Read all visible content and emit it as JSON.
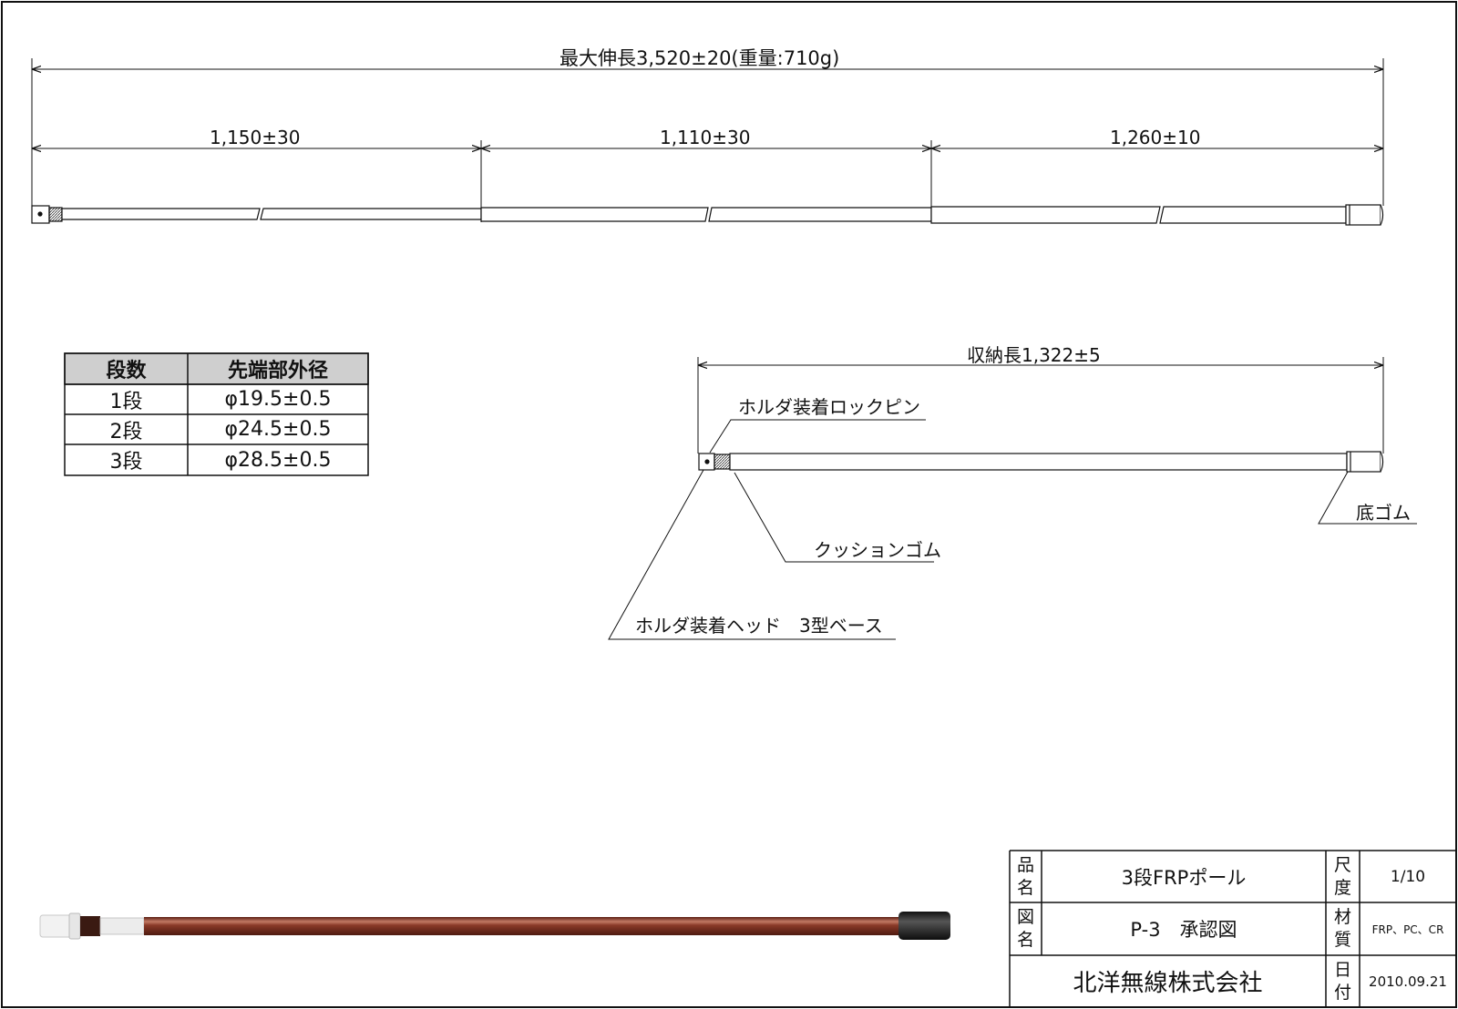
{
  "dimensions": {
    "total": "最大伸長3,520±20(重量:710g)",
    "seg1": "1,150±30",
    "seg2": "1,110±30",
    "seg3": "1,260±10",
    "stowed": "収納長1,322±5"
  },
  "labels": {
    "lock_pin": "ホルダ装着ロックピン",
    "cushion": "クッションゴム",
    "head": "ホルダ装着ヘッド　3型ベース",
    "bottom_rubber": "底ゴム"
  },
  "spec_table": {
    "headers": [
      "段数",
      "先端部外径"
    ],
    "rows": [
      [
        "1段",
        "φ19.5±0.5"
      ],
      [
        "2段",
        "φ24.5±0.5"
      ],
      [
        "3段",
        "φ28.5±0.5"
      ]
    ]
  },
  "title_block": {
    "product_label": "品名",
    "product_name": "3段FRPポール",
    "scale_label": "尺度",
    "scale": "1/10",
    "drawing_label": "図名",
    "drawing_name": "P-3　承認図",
    "material_label": "材質",
    "material": "FRP、PC、CR",
    "company": "北洋無線株式会社",
    "date_label": "日付",
    "date": "2010.09.21"
  },
  "colors": {
    "line": "#111111",
    "table_header_bg": "#cfcfcf",
    "pole_body": "#7a3020",
    "pole_highlight": "#b0604a",
    "pole_cap": "#262626"
  }
}
